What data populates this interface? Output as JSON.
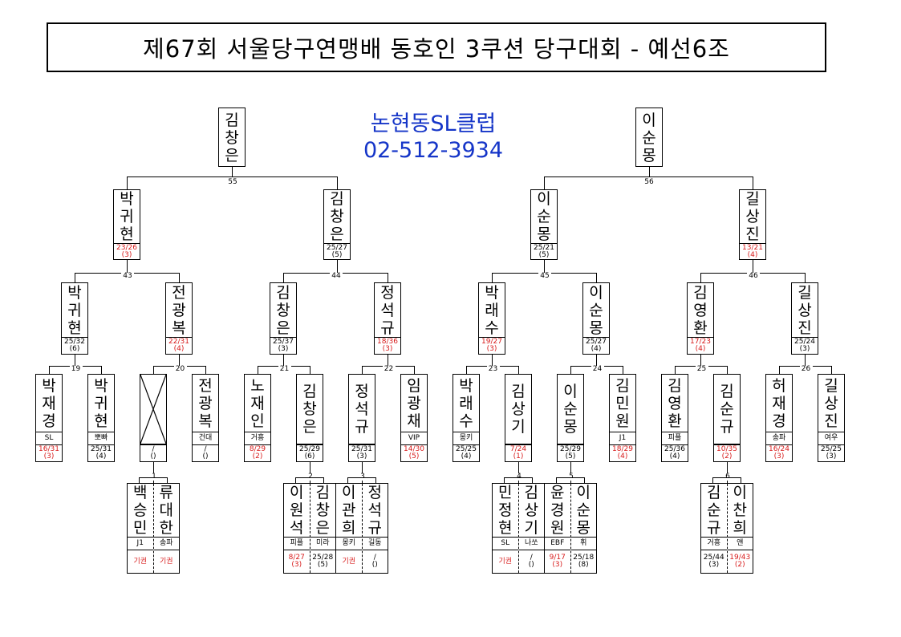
{
  "title": "제67회 서울당구연맹배 동호인 3쿠션 당구대회 - 예선6조",
  "club": {
    "name": "논현동SL클럽",
    "phone": "02-512-3934"
  },
  "finalists": {
    "left": "김창은",
    "right": "이순몽"
  },
  "semis": [
    {
      "num": "55",
      "a": {
        "name": "박귀현",
        "score": "23/26",
        "sub": "(3)",
        "red": true
      },
      "b": {
        "name": "김창은",
        "score": "25/27",
        "sub": "(5)",
        "red": false
      }
    },
    {
      "num": "56",
      "a": {
        "name": "이순몽",
        "score": "25/21",
        "sub": "(5)",
        "red": false
      },
      "b": {
        "name": "길상진",
        "score": "13/21",
        "sub": "(4)",
        "red": true
      }
    }
  ],
  "quarters": [
    {
      "num": "43",
      "a": {
        "name": "박귀현",
        "score": "25/32",
        "sub": "(6)",
        "red": false
      },
      "b": {
        "name": "전광복",
        "score": "22/31",
        "sub": "(4)",
        "red": true
      }
    },
    {
      "num": "44",
      "a": {
        "name": "김창은",
        "score": "25/37",
        "sub": "(3)",
        "red": false
      },
      "b": {
        "name": "정석규",
        "score": "18/36",
        "sub": "(3)",
        "red": true
      }
    },
    {
      "num": "45",
      "a": {
        "name": "박래수",
        "score": "19/27",
        "sub": "(3)",
        "red": true
      },
      "b": {
        "name": "이순몽",
        "score": "25/27",
        "sub": "(4)",
        "red": false
      }
    },
    {
      "num": "46",
      "a": {
        "name": "김영환",
        "score": "17/23",
        "sub": "(4)",
        "red": true
      },
      "b": {
        "name": "길상진",
        "score": "25/24",
        "sub": "(3)",
        "red": false
      }
    }
  ],
  "round1": [
    {
      "num": "19",
      "a": {
        "name": "박재경",
        "club": "SL",
        "score": "16/31",
        "sub": "(3)",
        "red": true
      },
      "b": {
        "name": "박귀현",
        "club": "뽀빠",
        "score": "25/31",
        "sub": "(4)",
        "red": false
      }
    },
    {
      "num": "20",
      "a": {
        "name": "",
        "club": "",
        "score": "/",
        "sub": "()",
        "red": false,
        "empty": true
      },
      "b": {
        "name": "전광복",
        "club": "건대",
        "score": "/",
        "sub": "()",
        "red": false
      }
    },
    {
      "num": "21",
      "a": {
        "name": "노재인",
        "club": "거흥",
        "score": "8/29",
        "sub": "(2)",
        "red": true
      },
      "b": {
        "name": "김창은",
        "club": "",
        "score": "25/29",
        "sub": "(6)",
        "red": false
      }
    },
    {
      "num": "22",
      "a": {
        "name": "정석규",
        "club": "",
        "score": "25/31",
        "sub": "(3)",
        "red": false
      },
      "b": {
        "name": "임광채",
        "club": "VIP",
        "score": "14/30",
        "sub": "(5)",
        "red": true
      }
    },
    {
      "num": "23",
      "a": {
        "name": "박래수",
        "club": "몽키",
        "score": "25/25",
        "sub": "(4)",
        "red": false
      },
      "b": {
        "name": "김상기",
        "club": "",
        "score": "7/24",
        "sub": "(1)",
        "red": true
      }
    },
    {
      "num": "24",
      "a": {
        "name": "이순몽",
        "club": "",
        "score": "25/29",
        "sub": "(5)",
        "red": false
      },
      "b": {
        "name": "김민원",
        "club": "J1",
        "score": "18/29",
        "sub": "(4)",
        "red": true
      }
    },
    {
      "num": "25",
      "a": {
        "name": "김영환",
        "club": "피플",
        "score": "25/36",
        "sub": "(4)",
        "red": false
      },
      "b": {
        "name": "김순규",
        "club": "",
        "score": "10/35",
        "sub": "(2)",
        "red": true
      }
    },
    {
      "num": "26",
      "a": {
        "name": "허재경",
        "club": "송파",
        "score": "16/24",
        "sub": "(3)",
        "red": true
      },
      "b": {
        "name": "길상진",
        "club": "여우",
        "score": "25/25",
        "sub": "(3)",
        "red": false
      }
    }
  ],
  "prelims": [
    {
      "num": "1",
      "a": {
        "name": "백승민",
        "club": "J1",
        "score": "기권",
        "sub": "",
        "red": true
      },
      "b": {
        "name": "류대한",
        "club": "송파",
        "score": "기권",
        "sub": "",
        "red": true
      }
    },
    {
      "num": "2",
      "a": {
        "name": "이원석",
        "club": "피플",
        "score": "8/27",
        "sub": "(3)",
        "red": true
      },
      "b": {
        "name": "김창은",
        "club": "미라",
        "score": "25/28",
        "sub": "(5)",
        "red": false
      }
    },
    {
      "num": "3",
      "a": {
        "name": "이관희",
        "club": "몽키",
        "score": "기권",
        "sub": "",
        "red": true
      },
      "b": {
        "name": "정석규",
        "club": "길동",
        "score": "/",
        "sub": "()",
        "red": false
      }
    },
    {
      "num": "4",
      "a": {
        "name": "민정현",
        "club": "SL",
        "score": "기권",
        "sub": "",
        "red": true
      },
      "b": {
        "name": "김상기",
        "club": "나쏘",
        "score": "/",
        "sub": "()",
        "red": false
      }
    },
    {
      "num": "5",
      "a": {
        "name": "윤경원",
        "club": "EBF",
        "score": "9/17",
        "sub": "(3)",
        "red": true
      },
      "b": {
        "name": "이순몽",
        "club": "휘",
        "score": "25/18",
        "sub": "(8)",
        "red": false
      }
    },
    {
      "num": "6",
      "a": {
        "name": "김순규",
        "club": "거흥",
        "score": "25/44",
        "sub": "(3)",
        "red": false
      },
      "b": {
        "name": "이찬희",
        "club": "앤",
        "score": "19/43",
        "sub": "(2)",
        "red": true
      }
    }
  ]
}
